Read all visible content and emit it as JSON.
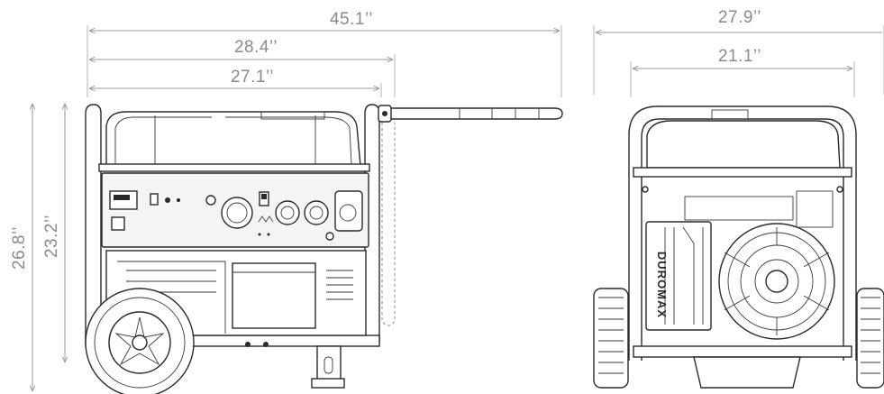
{
  "dimensions": {
    "overall_length_with_handle": "45.1’’",
    "length_frame": "28.4’’",
    "length_body": "27.1’’",
    "overall_width": "27.9’’",
    "width_frame": "21.1’’",
    "overall_height": "26.8’’",
    "frame_height": "23.2’’"
  },
  "brand_label": "DUROMAX"
}
